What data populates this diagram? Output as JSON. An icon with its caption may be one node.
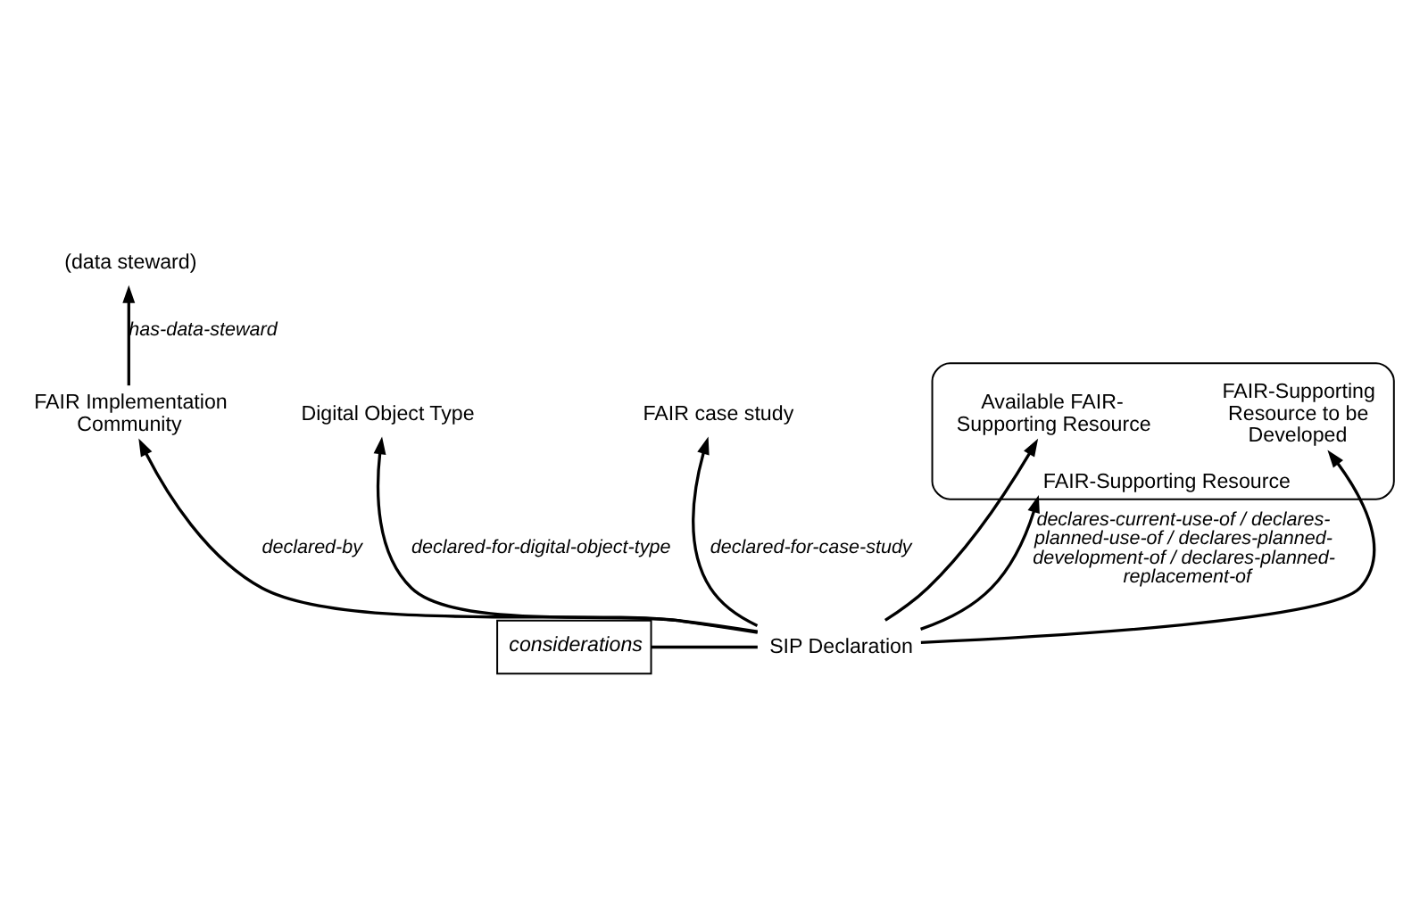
{
  "diagram": {
    "nodes": [
      {
        "text": [
          "(data steward)"
        ]
      },
      {
        "text": [
          "FAIR Implementation Community"
        ]
      },
      {
        "text": [
          "Digital Object Type"
        ]
      },
      {
        "text": [
          "FAIR case study"
        ]
      },
      {
        "text": [
          "considerations"
        ]
      },
      {
        "text": [
          "SIP Declaration"
        ]
      },
      {
        "text": [
          "FAIR-Supporting Resource"
        ]
      },
      {
        "text": [
          "Available FAIR-Supporting Resource"
        ],
        "in": 6
      },
      {
        "text": [
          "FAIR-Supporting Resource to be Developed"
        ],
        "in": 6
      }
    ],
    "edges": [
      {
        "from": 1,
        "to": 0,
        "arrow": "to",
        "label": "has-data-steward"
      },
      {
        "from": 5,
        "to": 1,
        "arrow": "to",
        "label": "declared-by"
      },
      {
        "from": 5,
        "to": 2,
        "arrow": "to",
        "label": "declared-for-digital-object-type"
      },
      {
        "from": 5,
        "to": 3,
        "arrow": "to",
        "label": "declared-for-case-study"
      },
      {
        "from": 4,
        "to": 5,
        "arrow": "none"
      },
      {
        "from": 5,
        "to": 7,
        "arrow": "to"
      },
      {
        "from": 5,
        "to": 6,
        "arrow": "to",
        "label": "declares-current-use-of / declares-planned-use-of / declares-planned-development-of / declares-planned-replacement-of"
      },
      {
        "from": 5,
        "to": 8,
        "arrow": "to"
      }
    ]
  }
}
